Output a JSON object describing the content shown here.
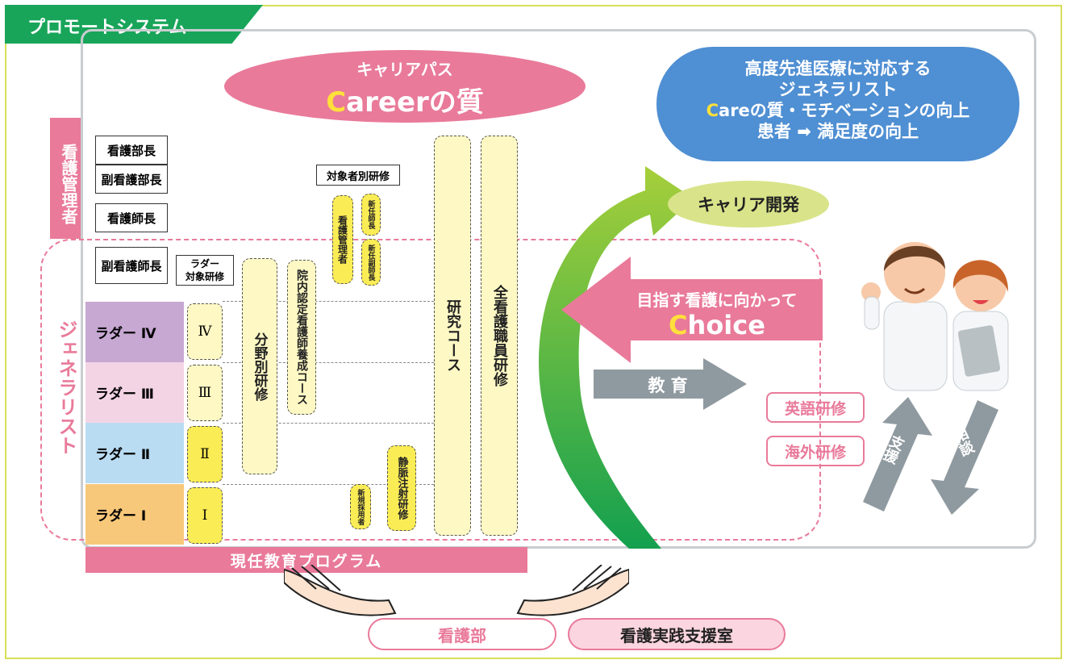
{
  "tab_title": "プロモートシステム",
  "career_path": {
    "small": "キャリアパス",
    "big_first": "C",
    "big_rest": "areerの質"
  },
  "goal": {
    "line1": "高度先進医療に対応する",
    "line2": "ジェネラリスト",
    "line3_first": "C",
    "line3_rest": "areの質・モチベーションの向上",
    "line4": "患者 ➡ 満足度の向上"
  },
  "manager_label": "看護管理者",
  "generalist_label": "ジェネラリスト",
  "roles": [
    "看護部長",
    "副看護部長",
    "看護師長",
    "副看護師長"
  ],
  "ladder_target_training": "ラダー\n対象研修",
  "ladders": [
    {
      "label": "ラダー Ⅳ",
      "level": "Ⅳ",
      "color": "#c6a8d2"
    },
    {
      "label": "ラダー Ⅲ",
      "level": "Ⅲ",
      "color": "#f3d4e4"
    },
    {
      "label": "ラダー Ⅱ",
      "level": "Ⅱ",
      "color": "#b9dcf2"
    },
    {
      "label": "ラダー Ⅰ",
      "level": "Ⅰ",
      "color": "#f8c87a"
    }
  ],
  "target_specific_training": "対象者別研修",
  "courses": {
    "field_training": "分野別研修",
    "certified_course": "院内認定看護師養成コース",
    "nursing_mgmt": "看護管理者",
    "new_head_nurse": "新任師長",
    "new_deputy_head": "新任副師長",
    "iv_injection": "静脈注射研修",
    "new_hire": "新規採用者",
    "research_course": "研究コース",
    "all_staff_training": "全看護職員研修"
  },
  "education_program": "現任教育プログラム",
  "career_development": "キャリア開発",
  "choice": {
    "line1": "目指す看護に向かって",
    "big_first": "C",
    "big_rest": "hoice"
  },
  "education": "教 育",
  "english_training": "英語研修",
  "overseas_training": "海外研修",
  "support": "支援",
  "consultation": "相談",
  "nursing_dept": "看護部",
  "practice_support": "看護実践支援室",
  "colors": {
    "green": "#18a55a",
    "pink": "#e97a9a",
    "blue": "#4f8fd3",
    "yellow": "#fdf8c4",
    "gray_arrow": "#8f9aa0"
  }
}
